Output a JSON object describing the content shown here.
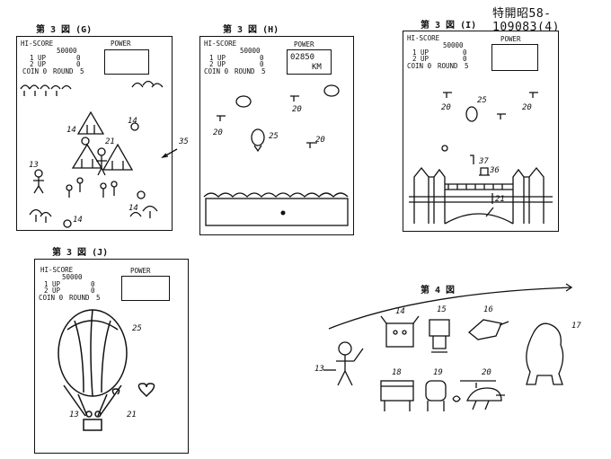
{
  "header": {
    "patent_number": "特開昭58-109083(4)"
  },
  "figures": {
    "G": {
      "label": "第 3 図 (G)"
    },
    "H": {
      "label": "第 3 図 (H)",
      "power_value": "02850",
      "power_unit": "KM"
    },
    "I": {
      "label": "第 3 図 (I)"
    },
    "J": {
      "label": "第 3 図 (J)"
    },
    "fig4": {
      "label": "第 4 図"
    }
  },
  "hud": {
    "hi_score_label": "HI-SCORE",
    "hi_score_value": "50000",
    "p1": "1 UP",
    "p2": "2 UP",
    "p_value": "0",
    "coin": "COIN 0",
    "round": "ROUND",
    "round_value": "5",
    "power_label": "POWER"
  },
  "refs": {
    "g": [
      "14",
      "14",
      "21",
      "13",
      "14",
      "14",
      "35"
    ],
    "h": [
      "20",
      "20",
      "25",
      "20"
    ],
    "i": [
      "20",
      "25",
      "20",
      "37",
      "36",
      "21"
    ],
    "j": [
      "25",
      "13",
      "21"
    ],
    "fig4": [
      "14",
      "15",
      "16",
      "17",
      "13",
      "18",
      "19",
      "20"
    ]
  }
}
